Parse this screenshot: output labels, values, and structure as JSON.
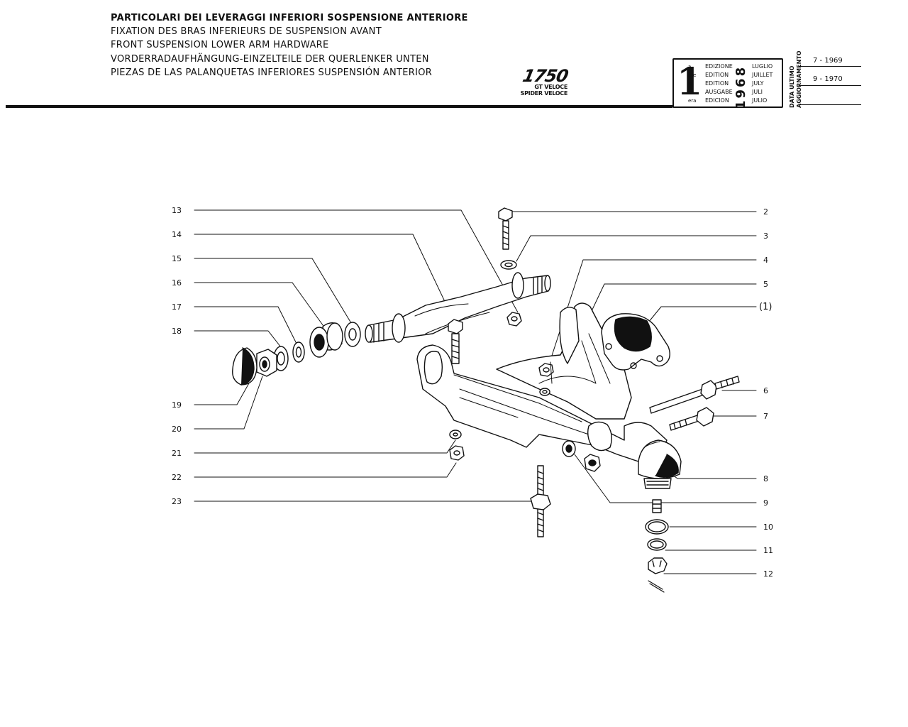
{
  "header": {
    "titles": [
      "PARTICOLARI DEI LEVERAGGI INFERIORI SOSPENSIONE ANTERIORE",
      "FIXATION DES BRAS INFERIEURS DE SUSPENSION AVANT",
      "FRONT SUSPENSION LOWER ARM HARDWARE",
      "VORDERRADAUFHÄNGUNG-EINZELTEILE DER QUERLENKER UNTEN",
      "PIEZAS DE LAS PALANQUETAS INFERIORES SUSPENSIÓN ANTERIOR"
    ],
    "model": "1750",
    "variants": [
      "GT VELOCE",
      "SPIDER VELOCE"
    ]
  },
  "edition": {
    "number": "1",
    "suffixes": [
      "a",
      "ere",
      "st",
      ".",
      "era"
    ],
    "words": [
      "EDIZIONE",
      "EDITION",
      "EDITION",
      "AUSGABE",
      "EDICION"
    ],
    "year": "1968",
    "months": [
      "LUGLIO",
      "JUILLET",
      "JULY",
      "JULI",
      "JULIO"
    ],
    "update_title": "DATA ULTIMO AGGIORNAMENTO",
    "updates": [
      "7 - 1969",
      "9 - 1970",
      ""
    ]
  },
  "callouts": {
    "left": [
      "13",
      "14",
      "15",
      "16",
      "17",
      "18",
      "19",
      "20",
      "21",
      "22",
      "23"
    ],
    "right": [
      "2",
      "3",
      "4",
      "5",
      "(1)",
      "6",
      "7",
      "8",
      "9",
      "10",
      "11",
      "12"
    ]
  },
  "colors": {
    "ink": "#111111",
    "paper": "#ffffff"
  }
}
